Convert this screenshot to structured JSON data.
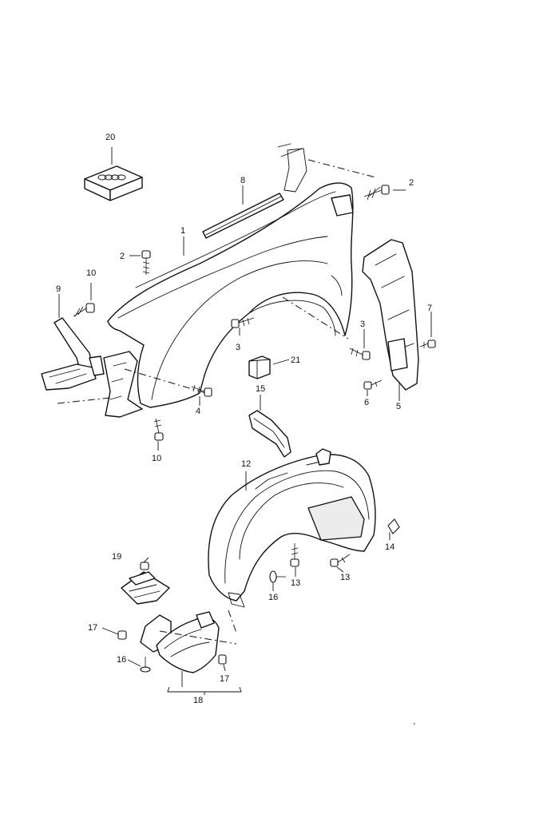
{
  "diagram": {
    "callouts": {
      "c20": "20",
      "c8": "8",
      "c2a": "2",
      "c1": "1",
      "c2b": "2",
      "c10a": "10",
      "c9": "9",
      "c7": "7",
      "c3a": "3",
      "c3b": "3",
      "c21": "21",
      "c4": "4",
      "c6": "6",
      "c5": "5",
      "c15": "15",
      "c10b": "10",
      "c12": "12",
      "c14": "14",
      "c19": "19",
      "c13a": "13",
      "c13b": "13",
      "c16a": "16",
      "c17a": "17",
      "c16b": "16",
      "c17b": "17",
      "c18": "18"
    }
  }
}
